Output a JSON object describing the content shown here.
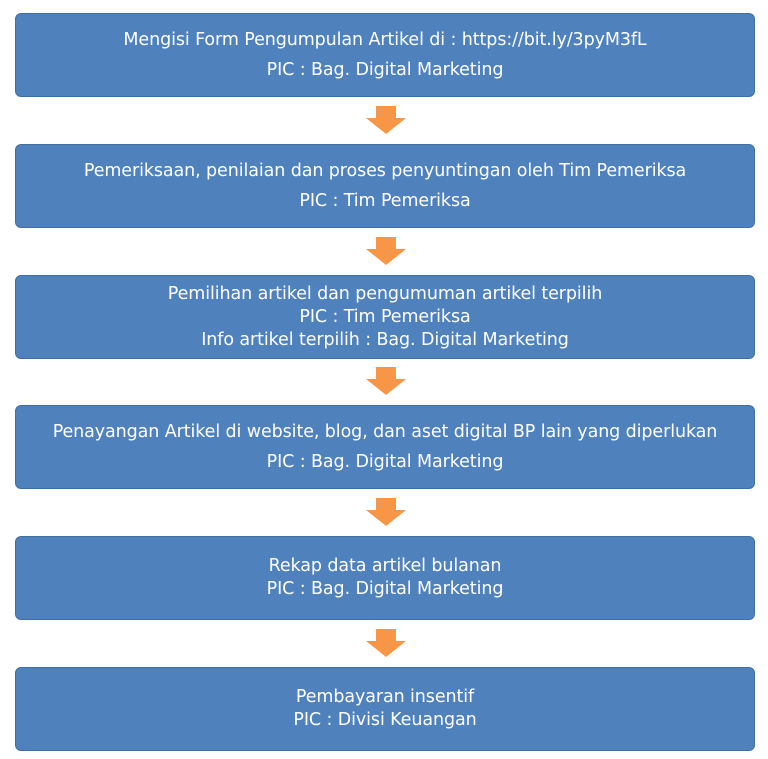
{
  "colors": {
    "box_fill": "#4f81bd",
    "box_border": "#41709f",
    "arrow_fill": "#f79646",
    "text": "#ffffff"
  },
  "steps": [
    {
      "line1": "Mengisi Form Pengumpulan Artikel di : https://bit.ly/3pyM3fL",
      "line2": "PIC : Bag. Digital Marketing"
    },
    {
      "line1": "Pemeriksaan, penilaian dan proses penyuntingan oleh Tim Pemeriksa",
      "line2": "PIC : Tim Pemeriksa"
    },
    {
      "line1": "Pemilihan artikel dan pengumuman artikel terpilih",
      "line2": "PIC : Tim Pemeriksa",
      "line3": "Info artikel terpilih : Bag. Digital Marketing"
    },
    {
      "line1": "Penayangan Artikel di website, blog, dan aset digital BP lain yang diperlukan",
      "line2": "PIC : Bag. Digital Marketing"
    },
    {
      "line1": "Rekap data artikel bulanan",
      "line2": "PIC : Bag. Digital Marketing"
    },
    {
      "line1": "Pembayaran insentif",
      "line2": "PIC : Divisi Keuangan"
    }
  ],
  "arrow_icon": "down-arrow-icon"
}
